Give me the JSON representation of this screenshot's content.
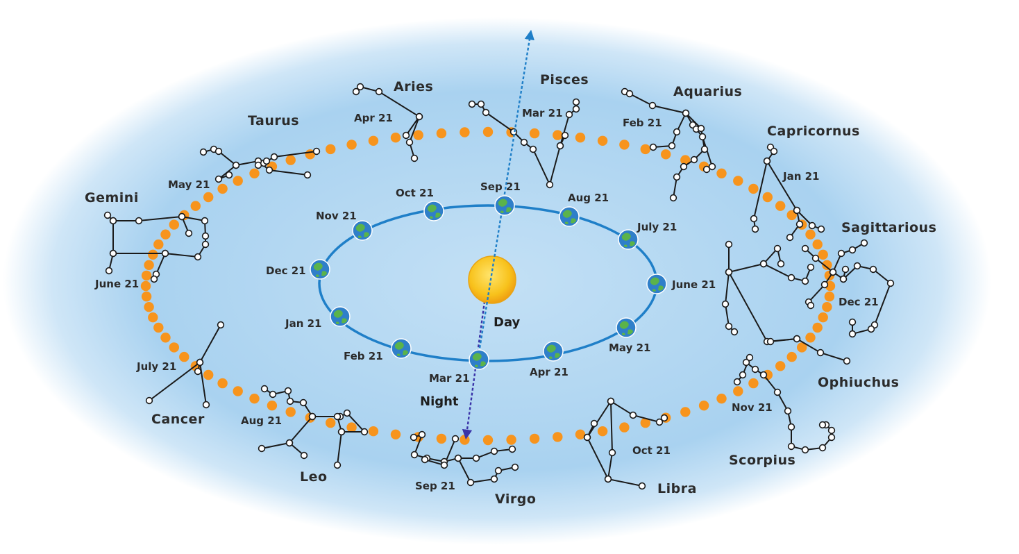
{
  "colors": {
    "sky_center": "#bcdcf3",
    "sky_edge": "#8ec4ea",
    "orbit": "#1f7fc8",
    "zodiac_dots": "#f7941d",
    "sun": "#f5b718",
    "earth_water": "#2f7fc9",
    "earth_land": "#5bb34a",
    "day_arrow": "#1f7fc8",
    "night_arrow": "#3a33a8"
  },
  "labels": {
    "day": "Day",
    "night": "Night"
  },
  "orbit_months": [
    {
      "label": "Oct 21"
    },
    {
      "label": "Sep 21"
    },
    {
      "label": "Aug 21"
    },
    {
      "label": "July 21"
    },
    {
      "label": "June 21"
    },
    {
      "label": "May 21"
    },
    {
      "label": "Apr 21"
    },
    {
      "label": "Mar 21"
    },
    {
      "label": "Feb 21"
    },
    {
      "label": "Jan 21"
    },
    {
      "label": "Dec 21"
    },
    {
      "label": "Nov 21"
    }
  ],
  "constellations": [
    {
      "name": "Aries",
      "date": "Apr 21"
    },
    {
      "name": "Pisces",
      "date": "Mar 21"
    },
    {
      "name": "Aquarius",
      "date": "Feb 21"
    },
    {
      "name": "Capricornus",
      "date": "Jan 21"
    },
    {
      "name": "Sagittarious",
      "date": "Dec 21"
    },
    {
      "name": "Ophiuchus",
      "date": ""
    },
    {
      "name": "Scorpius",
      "date": "Nov 21"
    },
    {
      "name": "Libra",
      "date": "Oct 21"
    },
    {
      "name": "Virgo",
      "date": "Sep 21"
    },
    {
      "name": "Leo",
      "date": "Aug 21"
    },
    {
      "name": "Cancer",
      "date": "July 21"
    },
    {
      "name": "Gemini",
      "date": "June 21"
    },
    {
      "name": "Taurus",
      "date": "May 21"
    }
  ]
}
